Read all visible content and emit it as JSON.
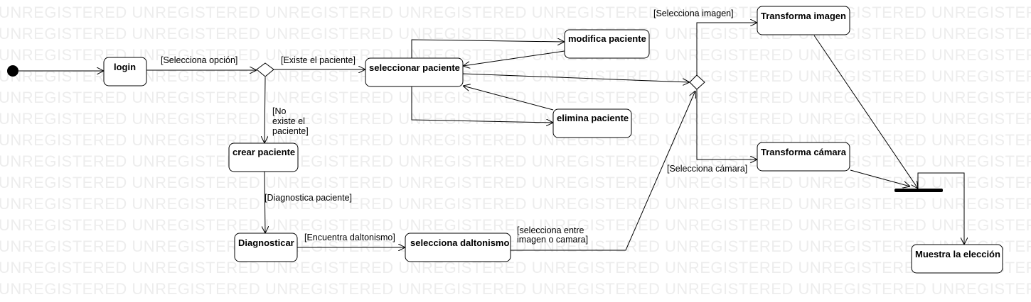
{
  "watermark": "UNREGISTERED UNREGISTERED UNREGISTERED UNREGISTERED UNREGISTERED UNREGISTERED UNREGISTERED UNREGISTERED UNREGISTERED",
  "nodes": {
    "login": "login",
    "seleccionar": "seleccionar paciente",
    "modifica": "modifica paciente",
    "elimina": "elimina paciente",
    "crear": "crear paciente",
    "diagnosticar": "Diagnosticar",
    "selecciona_daltonismo": "selecciona daltonismo",
    "transforma_imagen": "Transforma imagen",
    "transforma_camara": "Transforma cámara",
    "muestra": "Muestra la elección"
  },
  "guards": {
    "selecciona_opcion": "[Selecciona opción]",
    "existe": "[Existe el paciente]",
    "no_existe": [
      "[No",
      "existe el",
      "paciente]"
    ],
    "diagnostica": "[Diagnostica paciente]",
    "encuentra": "[Encuentra daltonismo]",
    "entre": [
      "[selecciona entre",
      "imagen o camara]"
    ],
    "sel_imagen": "[Selecciona imagen]",
    "sel_camara": "[Selecciona cámara]"
  }
}
